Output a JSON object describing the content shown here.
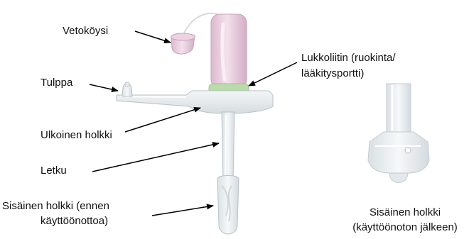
{
  "labels": {
    "vetokoysi": "Vetoköysi",
    "lukkoliitin_line1": "Lukkoliitin (ruokinta/",
    "lukkoliitin_line2": "lääkitysportti)",
    "tulppa": "Tulppa",
    "ulkoinen_holkki": "Ulkoinen holkki",
    "letku": "Letku",
    "sisainen_before_line1": "Sisäinen holkki (ennen",
    "sisainen_before_line2": "käyttöönottoa)",
    "sisainen_after_line1": "Sisäinen holkki",
    "sisainen_after_line2": "(käyttöönoton jälkeen)"
  },
  "colors": {
    "text": "#111111",
    "arrow": "#000000",
    "port_pink": "#e7c9dc",
    "collar_green": "#b9dca9",
    "clear_plastic": "#e9eef1"
  }
}
